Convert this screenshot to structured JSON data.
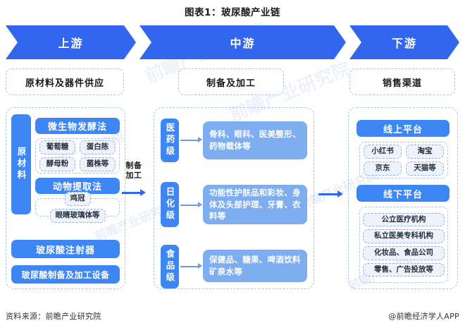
{
  "title": "图表1：玻尿酸产业链",
  "colors": {
    "banner_blue": "#3366ee",
    "bar_blue": "#3d87f5",
    "content_blue": "#7eadf0",
    "dashed_border": "#a8c4ec",
    "chip_bg": "#eef2fa"
  },
  "banner": {
    "stages": [
      {
        "label": "上游"
      },
      {
        "label": "中游"
      },
      {
        "label": "下游"
      }
    ]
  },
  "watermarks": {
    "research": "前瞻产业研究院",
    "brand": "前瞻"
  },
  "upstream": {
    "header": "原材料及器件供应",
    "vertical_bar": "原材料",
    "methods": [
      {
        "name": "微生物发酵法",
        "items": [
          "葡萄糖",
          "蛋白陈",
          "酵母粉",
          "菌株等"
        ]
      },
      {
        "name": "动物提取法",
        "items": [
          "鸡冠",
          "眼睛玻璃体等"
        ]
      }
    ],
    "devices": [
      "玻尿酸注射器",
      "玻尿酸制备及加工设备"
    ]
  },
  "connector_1": {
    "label_line1": "制备",
    "label_line2": "加工"
  },
  "midstream": {
    "header": "制备及加工",
    "grades": [
      {
        "grade": "医药级",
        "applications": "骨科、眼科、医美整形、药物载体等"
      },
      {
        "grade": "日化级",
        "applications": "功能性护肤品和彩妆、身体及头部护理、牙膏、衣料等"
      },
      {
        "grade": "食品级",
        "applications": "保健品、糖果、啤酒饮料矿泉水等"
      }
    ]
  },
  "downstream": {
    "header": "销售渠道",
    "channels": [
      {
        "name": "线上平台",
        "items": [
          "小红书",
          "淘宝",
          "京东",
          "天猫等"
        ],
        "layout": "half"
      },
      {
        "name": "线下平台",
        "items": [
          "公立医疗机构",
          "私立医美专科机构",
          "化妆品、食品公司",
          "零售、广告投放等"
        ],
        "layout": "wide"
      }
    ]
  },
  "footer": {
    "source": "资料来源：前瞻产业研究院",
    "credit": "@前瞻经济学人APP"
  }
}
